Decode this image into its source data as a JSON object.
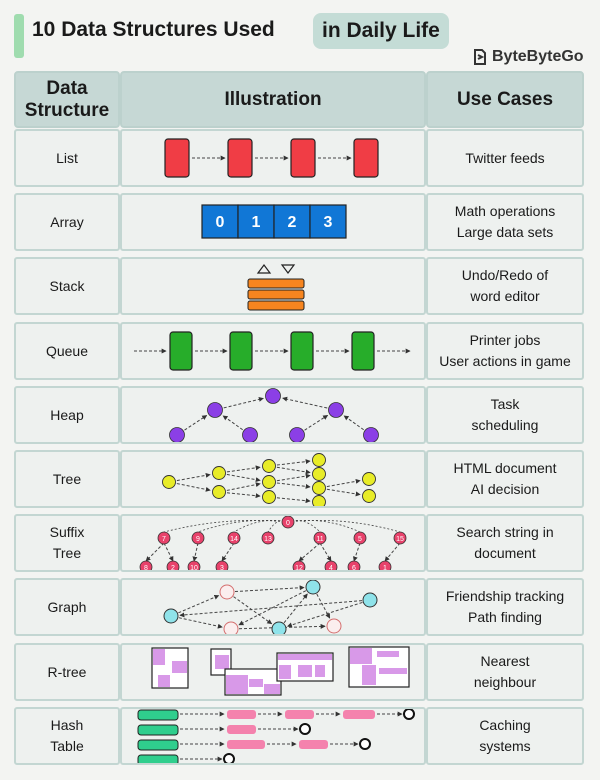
{
  "title": {
    "part1": "10 Data Structures Used",
    "part2": "in Daily Life"
  },
  "brand": "ByteByteGo",
  "headers": {
    "col1": "Data Structure",
    "col2": "Illustration",
    "col3": "Use Cases"
  },
  "rows": [
    {
      "name": "List",
      "usecases": [
        "Twitter feeds"
      ]
    },
    {
      "name": "Array",
      "usecases": [
        "Math operations",
        "Large data sets"
      ]
    },
    {
      "name": "Stack",
      "usecases": [
        "Undo/Redo of",
        "word editor"
      ]
    },
    {
      "name": "Queue",
      "usecases": [
        "Printer jobs",
        "User actions in game"
      ]
    },
    {
      "name": "Heap",
      "usecases": [
        "Task",
        "scheduling"
      ]
    },
    {
      "name": "Tree",
      "usecases": [
        "HTML document",
        "AI decision"
      ]
    },
    {
      "name": "Suffix Tree",
      "name_lines": [
        "Suffix",
        "Tree"
      ],
      "usecases": [
        "Search string in",
        "document"
      ]
    },
    {
      "name": "Graph",
      "usecases": [
        "Friendship tracking",
        "Path finding"
      ]
    },
    {
      "name": "R-tree",
      "usecases": [
        "Nearest",
        "neighbour"
      ]
    },
    {
      "name": "Hash Table",
      "name_lines": [
        "Hash",
        "Table"
      ],
      "usecases": [
        "Caching",
        "systems"
      ]
    }
  ],
  "array_indices": [
    "0",
    "1",
    "2",
    "3"
  ],
  "suffix_tree": {
    "root": "0",
    "level1": [
      "7",
      "9",
      "14",
      "13",
      "11",
      "5",
      "15"
    ],
    "level2": [
      "8",
      "2",
      "10",
      "3",
      "12",
      "4",
      "6",
      "1"
    ]
  },
  "colors": {
    "list": "#f03d45",
    "array": "#1177d6",
    "stack": "#f7851f",
    "queue": "#27ad2a",
    "heap": "#8b3fe6",
    "tree": "#e8ec28",
    "suffix": "#e8426b",
    "graph_cyan": "#8fe3ea",
    "graph_pink": "#f6b6b4",
    "rtree": "#d899e8",
    "hash_green": "#2fce8d",
    "hash_pink": "#f482ad"
  }
}
